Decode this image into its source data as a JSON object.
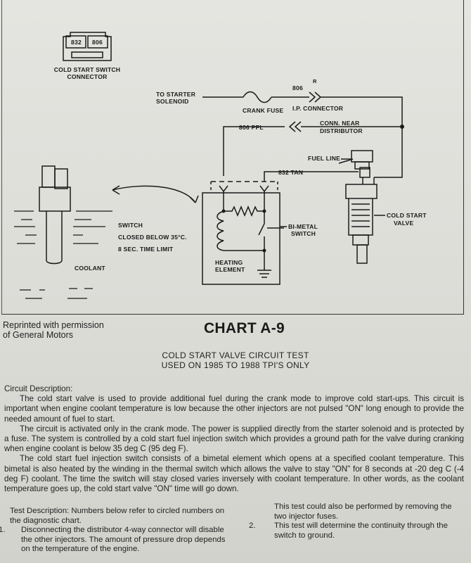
{
  "diagram": {
    "connector_pins": [
      "832",
      "806"
    ],
    "connector_label_1": "COLD START SWITCH",
    "connector_label_2": "CONNECTOR",
    "to_starter_1": "TO STARTER",
    "to_starter_2": "SOLENOID",
    "circuit_806": "806",
    "wire_color_r": "R",
    "crank_fuse": "CRANK FUSE",
    "ip_connector": "I.P. CONNECTOR",
    "wire_806_ppl": "806 PPL",
    "conn_near_1": "CONN. NEAR",
    "conn_near_2": "DISTRIBUTOR",
    "fuel_line": "FUEL LINE",
    "wire_832_tan": "832 TAN",
    "switch_1": "SWITCH",
    "switch_2": "CLOSED BELOW 35°C.",
    "switch_3": "8 SEC. TIME LIMIT",
    "bimetal_1": "BI-METAL",
    "bimetal_2": "SWITCH",
    "cold_start_valve_1": "COLD START",
    "cold_start_valve_2": "VALVE",
    "heating_1": "HEATING",
    "heating_2": "ELEMENT",
    "coolant": "COOLANT"
  },
  "header": {
    "credit_1": "Reprinted with permission",
    "credit_2": "of General Motors",
    "chart_title": "CHART A-9",
    "subtitle_1": "COLD START VALVE CIRCUIT TEST",
    "subtitle_2": "USED ON 1985 TO 1988 TPI'S ONLY"
  },
  "circuit_description": {
    "heading": "Circuit Description:",
    "para1": "The cold start valve is used to provide additional fuel during the crank mode to improve cold start-ups. This circuit is important when engine coolant temperature is low because the other injectors are not pulsed \"ON\" long enough to provide the needed amount of fuel to start.",
    "para2": "The circuit is activated only in the crank mode. The power is supplied directly from the starter solenoid and is protected by a fuse. The system is controlled by a cold start fuel injection switch which provides a ground path for the valve during cranking when engine coolant is below 35 deg C (95 deg F).",
    "para3": "The cold start fuel injection switch consists of a bimetal element which opens at a specified coolant temperature. This bimetal is also heated by the winding in the thermal switch which allows the valve to stay \"ON\" for 8 seconds at -20 deg C (-4 deg F) coolant. The time the switch will stay closed varies inversely with coolant temperature. In other words, as the coolant temperature goes up, the cold start valve \"ON\" time will go down."
  },
  "test_description": {
    "intro": "Test Description: Numbers below refer to circled numbers on the diagnostic chart.",
    "item1_num": "1.",
    "item1": "Disconnecting the distributor 4-way connector will disable the other injectors. The amount of pressure drop depends on the temperature of the engine.",
    "right_intro": "This test could also be performed by removing the two injector fuses.",
    "item2_num": "2.",
    "item2": "This test will determine the continuity through the switch to ground."
  }
}
